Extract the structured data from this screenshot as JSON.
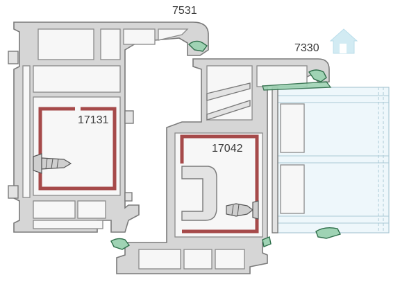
{
  "labels": {
    "frame_code": "7531",
    "sash_code": "7330",
    "frame_reinforcement_code": "17131",
    "sash_reinforcement_code": "17042"
  },
  "icons": {
    "watermark_pink": "house-icon",
    "watermark_blue": "house-icon"
  },
  "colors": {
    "profile": "#d6d6d6",
    "reinforcement": "#a64a4a",
    "gasket": "#9fd3b4",
    "glass": "#eef7fb",
    "watermark_pink": "#f2b8b8",
    "watermark_blue": "#bfe3ef"
  }
}
